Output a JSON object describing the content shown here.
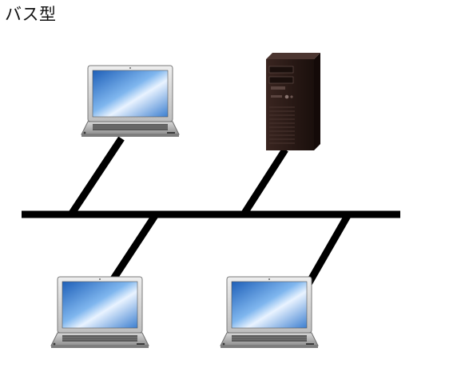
{
  "title": "バス型",
  "colors": {
    "line": "#000000",
    "server_body": "#2a1a16",
    "screen": "#5aa0e6",
    "laptop_body": "#c8c8c8"
  },
  "nodes": [
    {
      "id": "laptop-1",
      "icon": "laptop-icon"
    },
    {
      "id": "server-1",
      "icon": "server-tower-icon"
    },
    {
      "id": "laptop-2",
      "icon": "laptop-icon"
    },
    {
      "id": "laptop-3",
      "icon": "laptop-icon"
    }
  ]
}
